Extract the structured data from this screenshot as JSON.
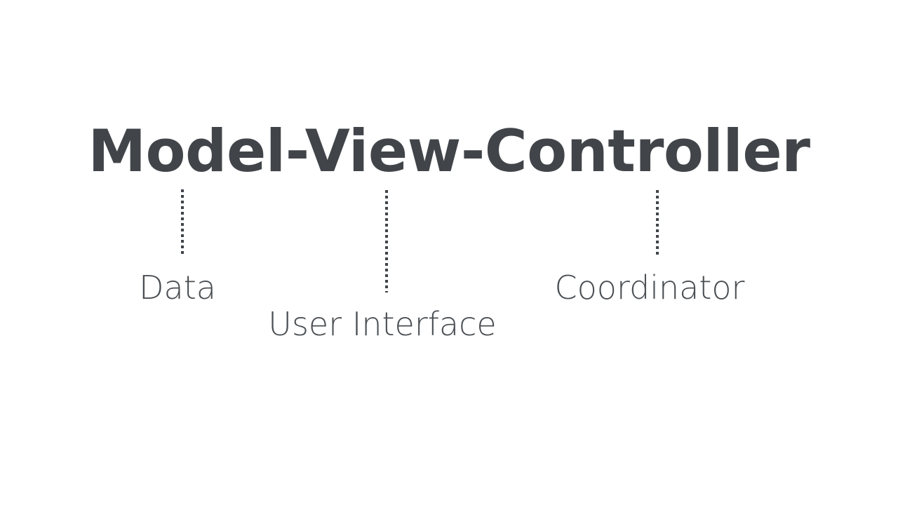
{
  "diagram": {
    "type": "annotated-term-breakdown",
    "background_color": "#ffffff",
    "title": "Model-View-Controller",
    "title_color": "#414549",
    "connector_color": "#414549",
    "connector_style": "dotted",
    "label_color": "#4a4e52",
    "parts": [
      {
        "term": "Model",
        "label": "Data",
        "connector_name": "connector-model"
      },
      {
        "term": "View",
        "label": "User Interface",
        "connector_name": "connector-view"
      },
      {
        "term": "Controller",
        "label": "Coordinator",
        "connector_name": "connector-controller"
      }
    ]
  }
}
